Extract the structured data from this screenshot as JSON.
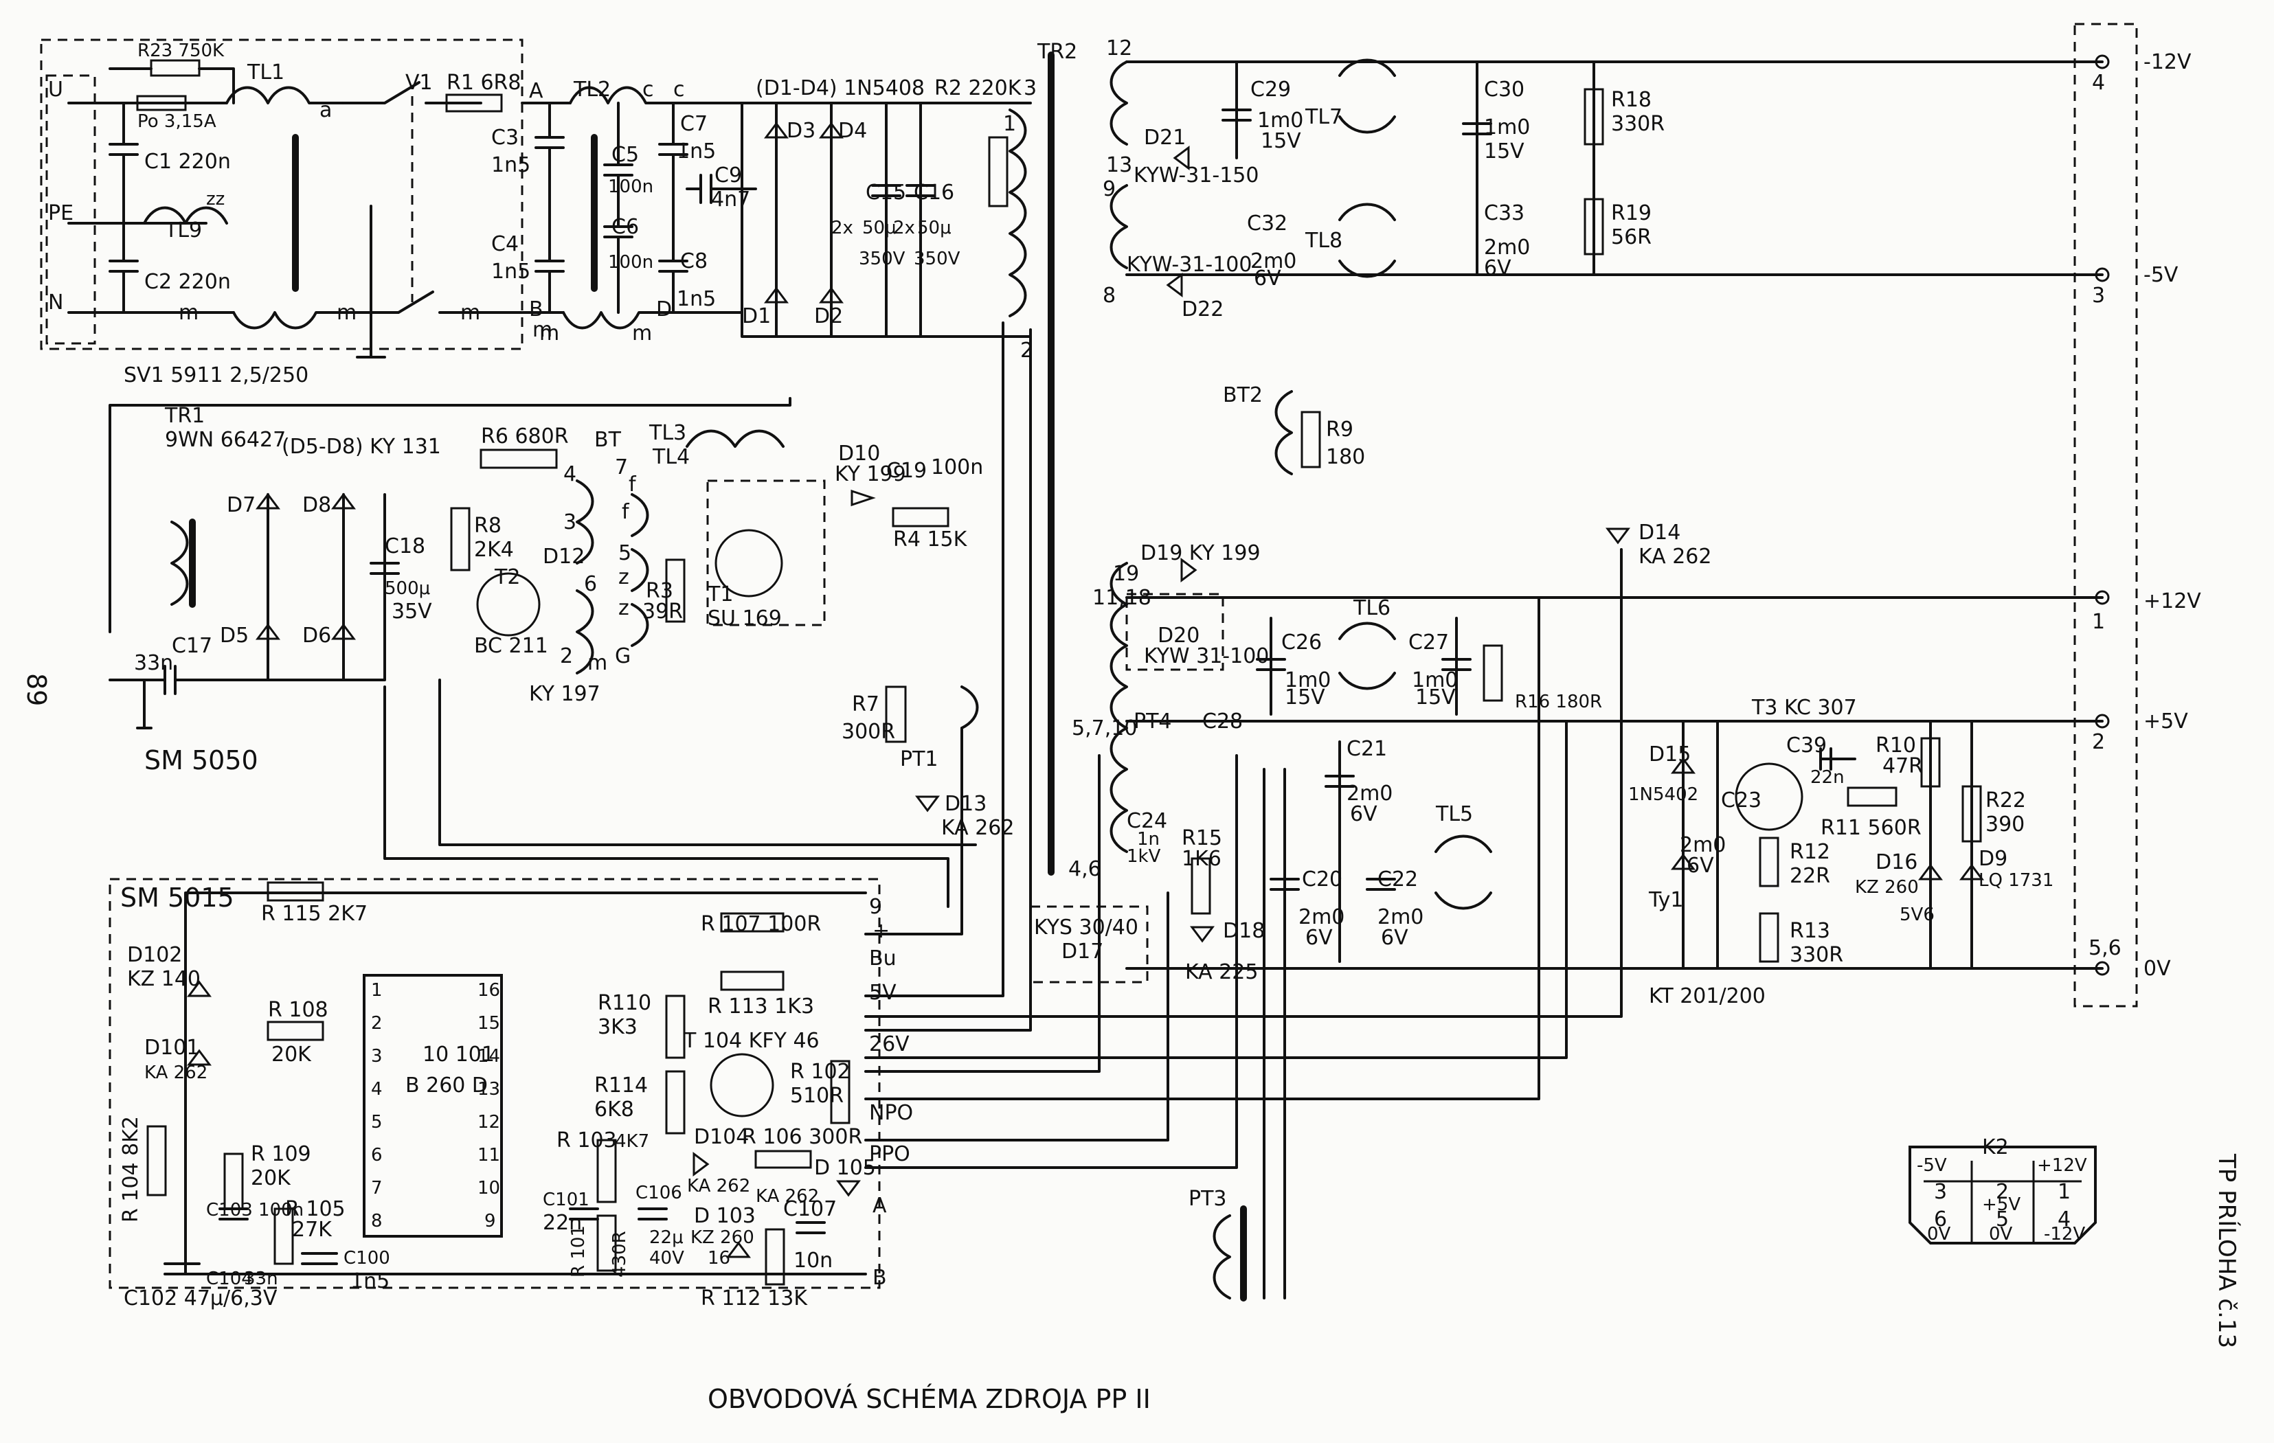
{
  "title": "OBVODOVÁ SCHÉMA ZDROJA PP II",
  "side_note": "TP PRÍLOHA č.13",
  "page_number": "89",
  "input": {
    "terminals": [
      "U",
      "PE",
      "N"
    ],
    "labels": [
      "R23 750K",
      "Po 3,15A",
      "TL1",
      "C1 220n",
      "C2 220n",
      "TL9",
      "zz",
      "m",
      "m",
      "m",
      "m",
      "a",
      "V1",
      "R1 6R8",
      "A",
      "B",
      "SV1 5911 2,5/250"
    ]
  },
  "filter": {
    "labels": [
      "TL2",
      "C3",
      "1n5",
      "C4",
      "1n5",
      "C5",
      "100n",
      "C6",
      "100n",
      "C7",
      "1n5",
      "C8",
      "1n5",
      "C9",
      "4n7",
      "c",
      "c",
      "D",
      "m",
      "m"
    ]
  },
  "rectifier": {
    "labels": [
      "(D1-D4) 1N5408",
      "D3",
      "D4",
      "D1",
      "D2",
      "C15",
      "C16",
      "2x",
      "50μ",
      "350V",
      "2x",
      "50μ",
      "350V",
      "R2 220K",
      "3",
      "1",
      "2",
      "TR2"
    ]
  },
  "start_section": {
    "labels": [
      "TR1",
      "9WN 66427",
      "(D5-D8) KY 131",
      "D7",
      "D8",
      "D5",
      "D6",
      "C18",
      "500μ",
      "35V",
      "C17",
      "33n",
      "SM 5050",
      "R6 680R",
      "R8",
      "2K4",
      "T2",
      "BC 211",
      "D12",
      "KY 197",
      "BT",
      "4",
      "3",
      "6",
      "2",
      "m",
      "G",
      "7",
      "f",
      "f",
      "5",
      "z",
      "z",
      "TL3",
      "TL4",
      "R3",
      "39R",
      "T1",
      "SU 169",
      "D10",
      "KY 199",
      "C19",
      "100n",
      "R4 15K",
      "R7",
      "300R",
      "PT1",
      "D13",
      "KA 262"
    ]
  },
  "secondary": {
    "labels": [
      "12",
      "13",
      "9",
      "8",
      "C29",
      "1m0",
      "15V",
      "D21",
      "KYW-31-150",
      "TL7",
      "C30",
      "1m0",
      "15V",
      "C32",
      "2m0",
      "6V",
      "KYW-31-100",
      "D22",
      "TL8",
      "C33",
      "2m0",
      "6V",
      "R18",
      "330R",
      "R19",
      "56R",
      "BT2",
      "R9",
      "180",
      "D14",
      "KA 262",
      "19",
      "11,18",
      "D19 KY 199",
      "D20",
      "KYW 31-100",
      "C26",
      "1m0",
      "15V",
      "TL6",
      "C27",
      "1m0",
      "15V",
      "R16 180R",
      "5,7,10",
      "PT4",
      "C28",
      "C21",
      "2m0",
      "6V",
      "TL5",
      "C20",
      "2m0",
      "6V",
      "C22",
      "2m0",
      "6V",
      "4,6",
      "C24",
      "1n",
      "1kV",
      "R15",
      "1K6",
      "KYS 30/40",
      "D17",
      "D18",
      "KA 225"
    ]
  },
  "regulator": {
    "labels": [
      "D15",
      "1N5402",
      "C23",
      "2m0",
      "6V",
      "Ty1",
      "KT 201/200",
      "T3 KC 307",
      "C39",
      "22n",
      "R10",
      "47R",
      "R11 560R",
      "R12",
      "22R",
      "R13",
      "330R",
      "D16",
      "KZ 260",
      "5V6",
      "R22",
      "390",
      "D9",
      "LQ 1731"
    ]
  },
  "outputs": [
    {
      "pin": "4",
      "label": "-12V"
    },
    {
      "pin": "3",
      "label": "-5V"
    },
    {
      "pin": "1",
      "label": "+12V"
    },
    {
      "pin": "2",
      "label": "+5V"
    },
    {
      "pin": "5,6",
      "label": "0V"
    }
  ],
  "control_board": {
    "name": "SM 5015",
    "ic_name": "10 101",
    "ic_part": "B 260 D",
    "ic_pins_left": [
      "1",
      "2",
      "3",
      "4",
      "5",
      "6",
      "7",
      "8"
    ],
    "ic_pins_right": [
      "16",
      "15",
      "14",
      "13",
      "12",
      "11",
      "10",
      "9"
    ],
    "labels": [
      "R 115 2K7",
      "D102",
      "KZ 140",
      "R 108",
      "20K",
      "D101",
      "KA 262",
      "R 104 8K2",
      "R 109",
      "20K",
      "C103 100n",
      "R 105",
      "27K",
      "C100",
      "1n5",
      "C104",
      "33n",
      "C102 47μ/6,3V",
      "R 107 100R",
      "R 113 1K3",
      "R110",
      "3K3",
      "T 104 KFY 46",
      "R114",
      "6K8",
      "R 102",
      "510R",
      "R 103",
      "4K7",
      "C101",
      "22n",
      "R 101",
      "430R",
      "C106",
      "22μ",
      "40V",
      "D104",
      "KA 262",
      "R 106 300R",
      "D 105",
      "KA 262",
      "D 103",
      "KZ 260",
      "16",
      "C107",
      "10n",
      "R 112 13K"
    ],
    "connector_pins": [
      "9",
      "+",
      "Bu",
      "5V",
      "26V",
      "NPO",
      "PPO",
      "A",
      "B"
    ]
  },
  "pt3_label": "PT3",
  "k2": {
    "title": "K2",
    "top": [
      "-5V",
      "+12V"
    ],
    "cells": [
      [
        "3",
        "2",
        "1"
      ],
      [
        "6",
        "5",
        "4"
      ],
      [
        "0V",
        "0V",
        "-12V"
      ]
    ],
    "mid": "+5V"
  }
}
